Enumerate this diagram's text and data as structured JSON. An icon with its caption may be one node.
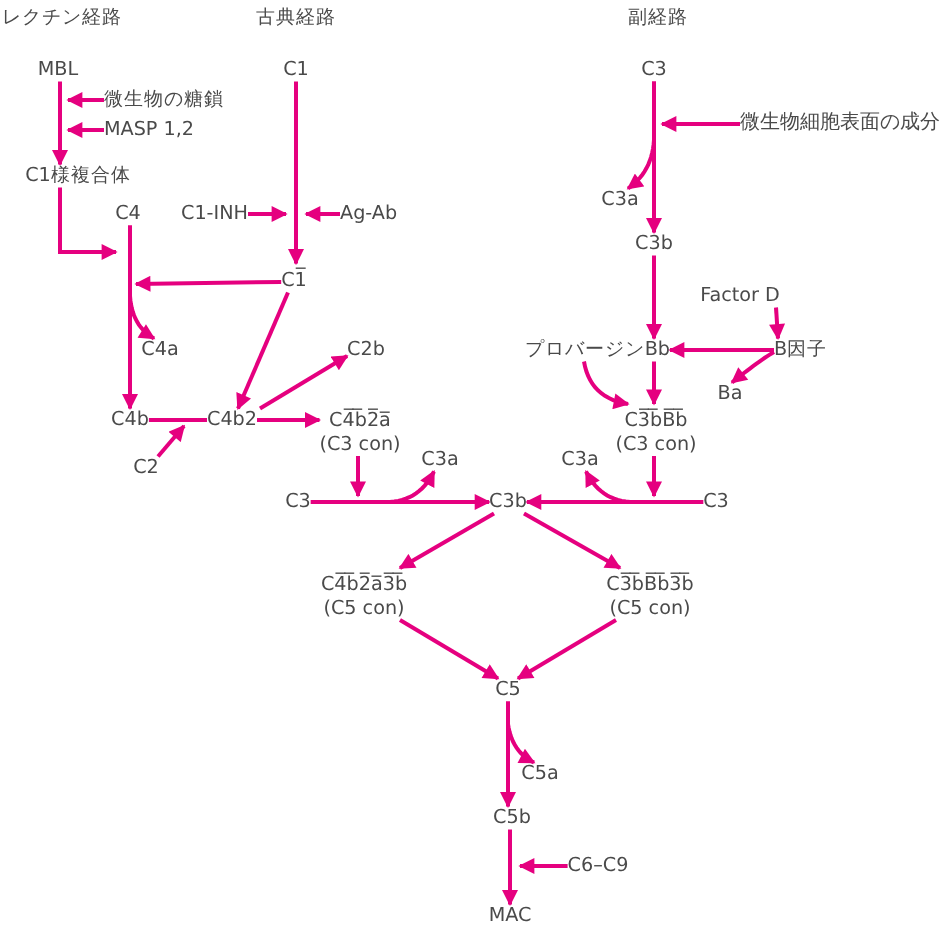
{
  "diagram": {
    "nodes": [
      {
        "text": [
          "MBL"
        ]
      },
      {
        "text": [
          "C1"
        ]
      },
      {
        "text": [
          "C3"
        ]
      },
      {
        "text": [
          "微生物の糖鎖"
        ]
      },
      {
        "text": [
          "MASP 1,2"
        ]
      },
      {
        "text": [
          "微生物細胞表面の成分"
        ]
      },
      {
        "text": [
          "C1様複合体"
        ]
      },
      {
        "text": [
          "C3a"
        ]
      },
      {
        "text": [
          "C4"
        ]
      },
      {
        "text": [
          "C1-INH"
        ]
      },
      {
        "text": [
          "Ag-Ab"
        ]
      },
      {
        "text": [
          "C3b"
        ]
      },
      {
        "text": [
          "C1̅"
        ]
      },
      {
        "text": [
          "Factor D"
        ]
      },
      {
        "text": [
          "C4a"
        ]
      },
      {
        "text": [
          "C2b"
        ]
      },
      {
        "text": [
          "プロバージンBb"
        ]
      },
      {
        "text": [
          "B因子"
        ]
      },
      {
        "text": [
          "Ba"
        ]
      },
      {
        "text": [
          "C4b"
        ]
      },
      {
        "text": [
          "C4b2"
        ]
      },
      {
        "text": [
          "C4̅b̅2̅a̅",
          "(C3 con)"
        ]
      },
      {
        "text": [
          "C3̅b̅B̅b̅",
          "(C3 con)"
        ]
      },
      {
        "text": [
          "C2"
        ]
      },
      {
        "text": [
          "C3a"
        ]
      },
      {
        "text": [
          "C3a"
        ]
      },
      {
        "text": [
          "C3"
        ]
      },
      {
        "text": [
          "C3b"
        ]
      },
      {
        "text": [
          "C3"
        ]
      },
      {
        "text": [
          "C4̅b̅2̅a̅3̅b̅",
          "(C5 con)"
        ]
      },
      {
        "text": [
          "C3̅b̅B̅b̅3̅b̅",
          "(C5 con)"
        ]
      },
      {
        "text": [
          "C5"
        ]
      },
      {
        "text": [
          "C5a"
        ]
      },
      {
        "text": [
          "C5b"
        ]
      },
      {
        "text": [
          "C6–C9"
        ]
      },
      {
        "text": [
          "MAC"
        ]
      }
    ],
    "edges": [
      {
        "from": 0,
        "to": 6,
        "arrow": "to"
      },
      {
        "from": 3,
        "to": 0,
        "arrow": "to"
      },
      {
        "from": 4,
        "to": 0,
        "arrow": "to"
      },
      {
        "from": 6,
        "to": 8,
        "arrow": "to"
      },
      {
        "from": 8,
        "to": 19,
        "arrow": "to"
      },
      {
        "from": 8,
        "to": 14,
        "arrow": "to"
      },
      {
        "from": 1,
        "to": 12,
        "arrow": "to"
      },
      {
        "from": 9,
        "to": 12,
        "arrow": "to"
      },
      {
        "from": 10,
        "to": 12,
        "arrow": "to"
      },
      {
        "from": 12,
        "to": 8,
        "arrow": "to"
      },
      {
        "from": 12,
        "to": 20,
        "arrow": "to"
      },
      {
        "from": 19,
        "to": 20,
        "arrow": "none"
      },
      {
        "from": 23,
        "to": null,
        "arrow": "to"
      },
      {
        "from": 20,
        "to": 15,
        "arrow": "to"
      },
      {
        "from": 20,
        "to": 21,
        "arrow": "to"
      },
      {
        "from": 2,
        "to": 11,
        "arrow": "to"
      },
      {
        "from": 2,
        "to": 7,
        "arrow": "to"
      },
      {
        "from": 5,
        "to": 2,
        "arrow": "to"
      },
      {
        "from": 11,
        "to": 16,
        "arrow": "to"
      },
      {
        "from": 13,
        "to": 17,
        "arrow": "to"
      },
      {
        "from": 17,
        "to": 16,
        "arrow": "to"
      },
      {
        "from": 17,
        "to": 18,
        "arrow": "to"
      },
      {
        "from": 16,
        "to": 22,
        "arrow": "to"
      },
      {
        "from": 16,
        "to": 22,
        "arrow": "to"
      },
      {
        "from": 21,
        "to": 26,
        "arrow": "to"
      },
      {
        "from": 22,
        "to": 28,
        "arrow": "to"
      },
      {
        "from": 26,
        "to": 27,
        "arrow": "to"
      },
      {
        "from": 26,
        "to": 24,
        "arrow": "to"
      },
      {
        "from": 28,
        "to": 27,
        "arrow": "to"
      },
      {
        "from": 28,
        "to": 25,
        "arrow": "to"
      },
      {
        "from": 27,
        "to": 29,
        "arrow": "to"
      },
      {
        "from": 27,
        "to": 30,
        "arrow": "to"
      },
      {
        "from": 29,
        "to": 31,
        "arrow": "to"
      },
      {
        "from": 30,
        "to": 31,
        "arrow": "to"
      },
      {
        "from": 31,
        "to": 33,
        "arrow": "to"
      },
      {
        "from": 31,
        "to": 32,
        "arrow": "to"
      },
      {
        "from": 33,
        "to": 35,
        "arrow": "to"
      },
      {
        "from": 34,
        "to": 33,
        "arrow": "to"
      }
    ],
    "labels": [
      "レクチン経路",
      "古典経路",
      "副経路"
    ]
  }
}
